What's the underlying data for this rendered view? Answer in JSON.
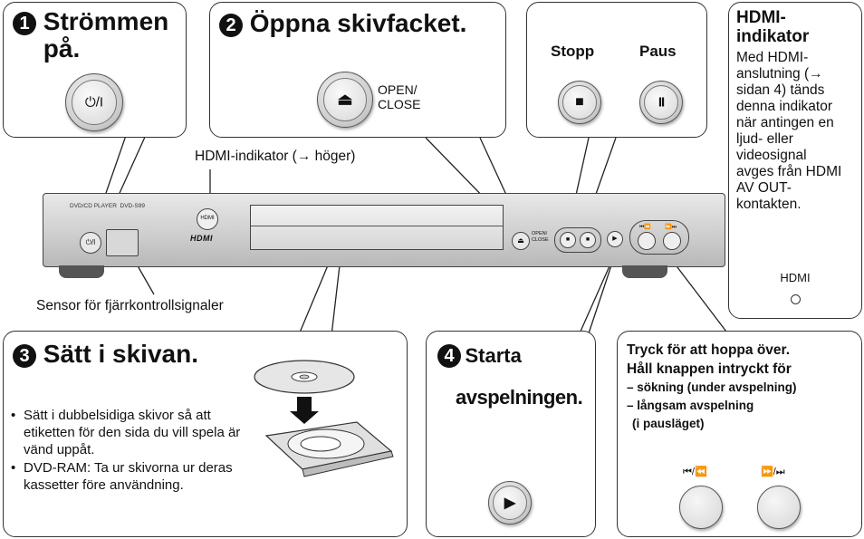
{
  "step1": {
    "num": "1",
    "title": "Strömmen på.",
    "button_glyph": "⏻/I"
  },
  "step2": {
    "num": "2",
    "title": "Öppna skivfacket.",
    "button_glyph": "⏏",
    "button_label": "OPEN/ CLOSE"
  },
  "stop_pause": {
    "stop_label": "Stopp",
    "pause_label": "Paus",
    "stop_glyph": "■",
    "pause_glyph": "II"
  },
  "hdmi_panel": {
    "title": "HDMI-indikator",
    "body": "Med HDMI-anslutning (→ sidan 4) tänds denna indikator när antingen en ljud- eller videosignal avges från HDMI AV OUT-kontakten.",
    "indicator_label": "HDMI"
  },
  "player": {
    "hdmi_callout": "HDMI-indikator (→ höger)",
    "sensor_callout": "Sensor för fjärrkontrollsignaler",
    "model_text": "DVD/CD PLAYER  DVD-S99",
    "hdmi_logo": "HDMI",
    "hdmi_small": "HDMI",
    "open_close_small": "OPEN/ CLOSE",
    "power_small": "⏻/I"
  },
  "step3": {
    "num": "3",
    "title": "Sätt i skivan.",
    "bullets": [
      "Sätt i dubbelsidiga skivor så att etiketten för den sida du vill spela är vänd uppåt.",
      "DVD-RAM: Ta ur skivorna ur deras kassetter före användning."
    ]
  },
  "step4": {
    "num": "4",
    "title_line1": "Starta",
    "title_line2": "avspelningen.",
    "button_glyph": "▶"
  },
  "skip_panel": {
    "line1": "Tryck för att hoppa över.",
    "line2": "Håll knappen intryckt för",
    "line3": "– sökning (under avspelning)",
    "line4": "– långsam avspelning",
    "line5": "(i pausläget)",
    "rew_label": "⏮/⏪",
    "ff_label": "⏩/⏭"
  }
}
